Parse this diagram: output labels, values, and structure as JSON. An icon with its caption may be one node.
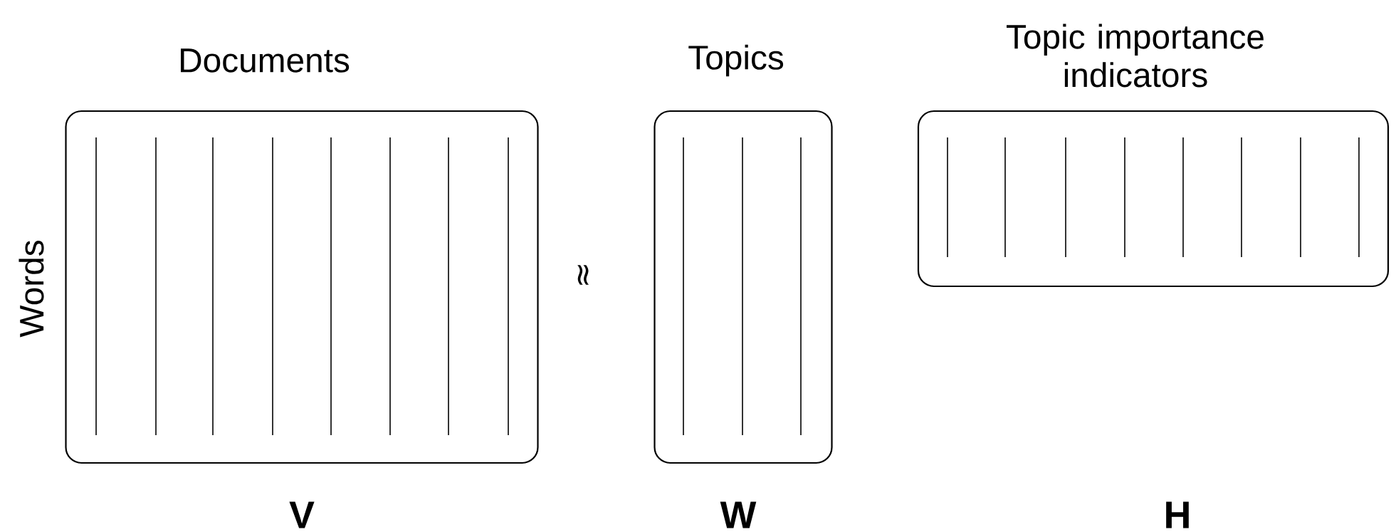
{
  "diagram": {
    "nodes": [
      {
        "text": [
          "Documents",
          "Words",
          "V"
        ]
      },
      {
        "text": [
          "Topics",
          "W"
        ]
      },
      {
        "text": [
          "Topic importance indicators",
          "H"
        ]
      }
    ],
    "labels": [
      "≈"
    ]
  }
}
